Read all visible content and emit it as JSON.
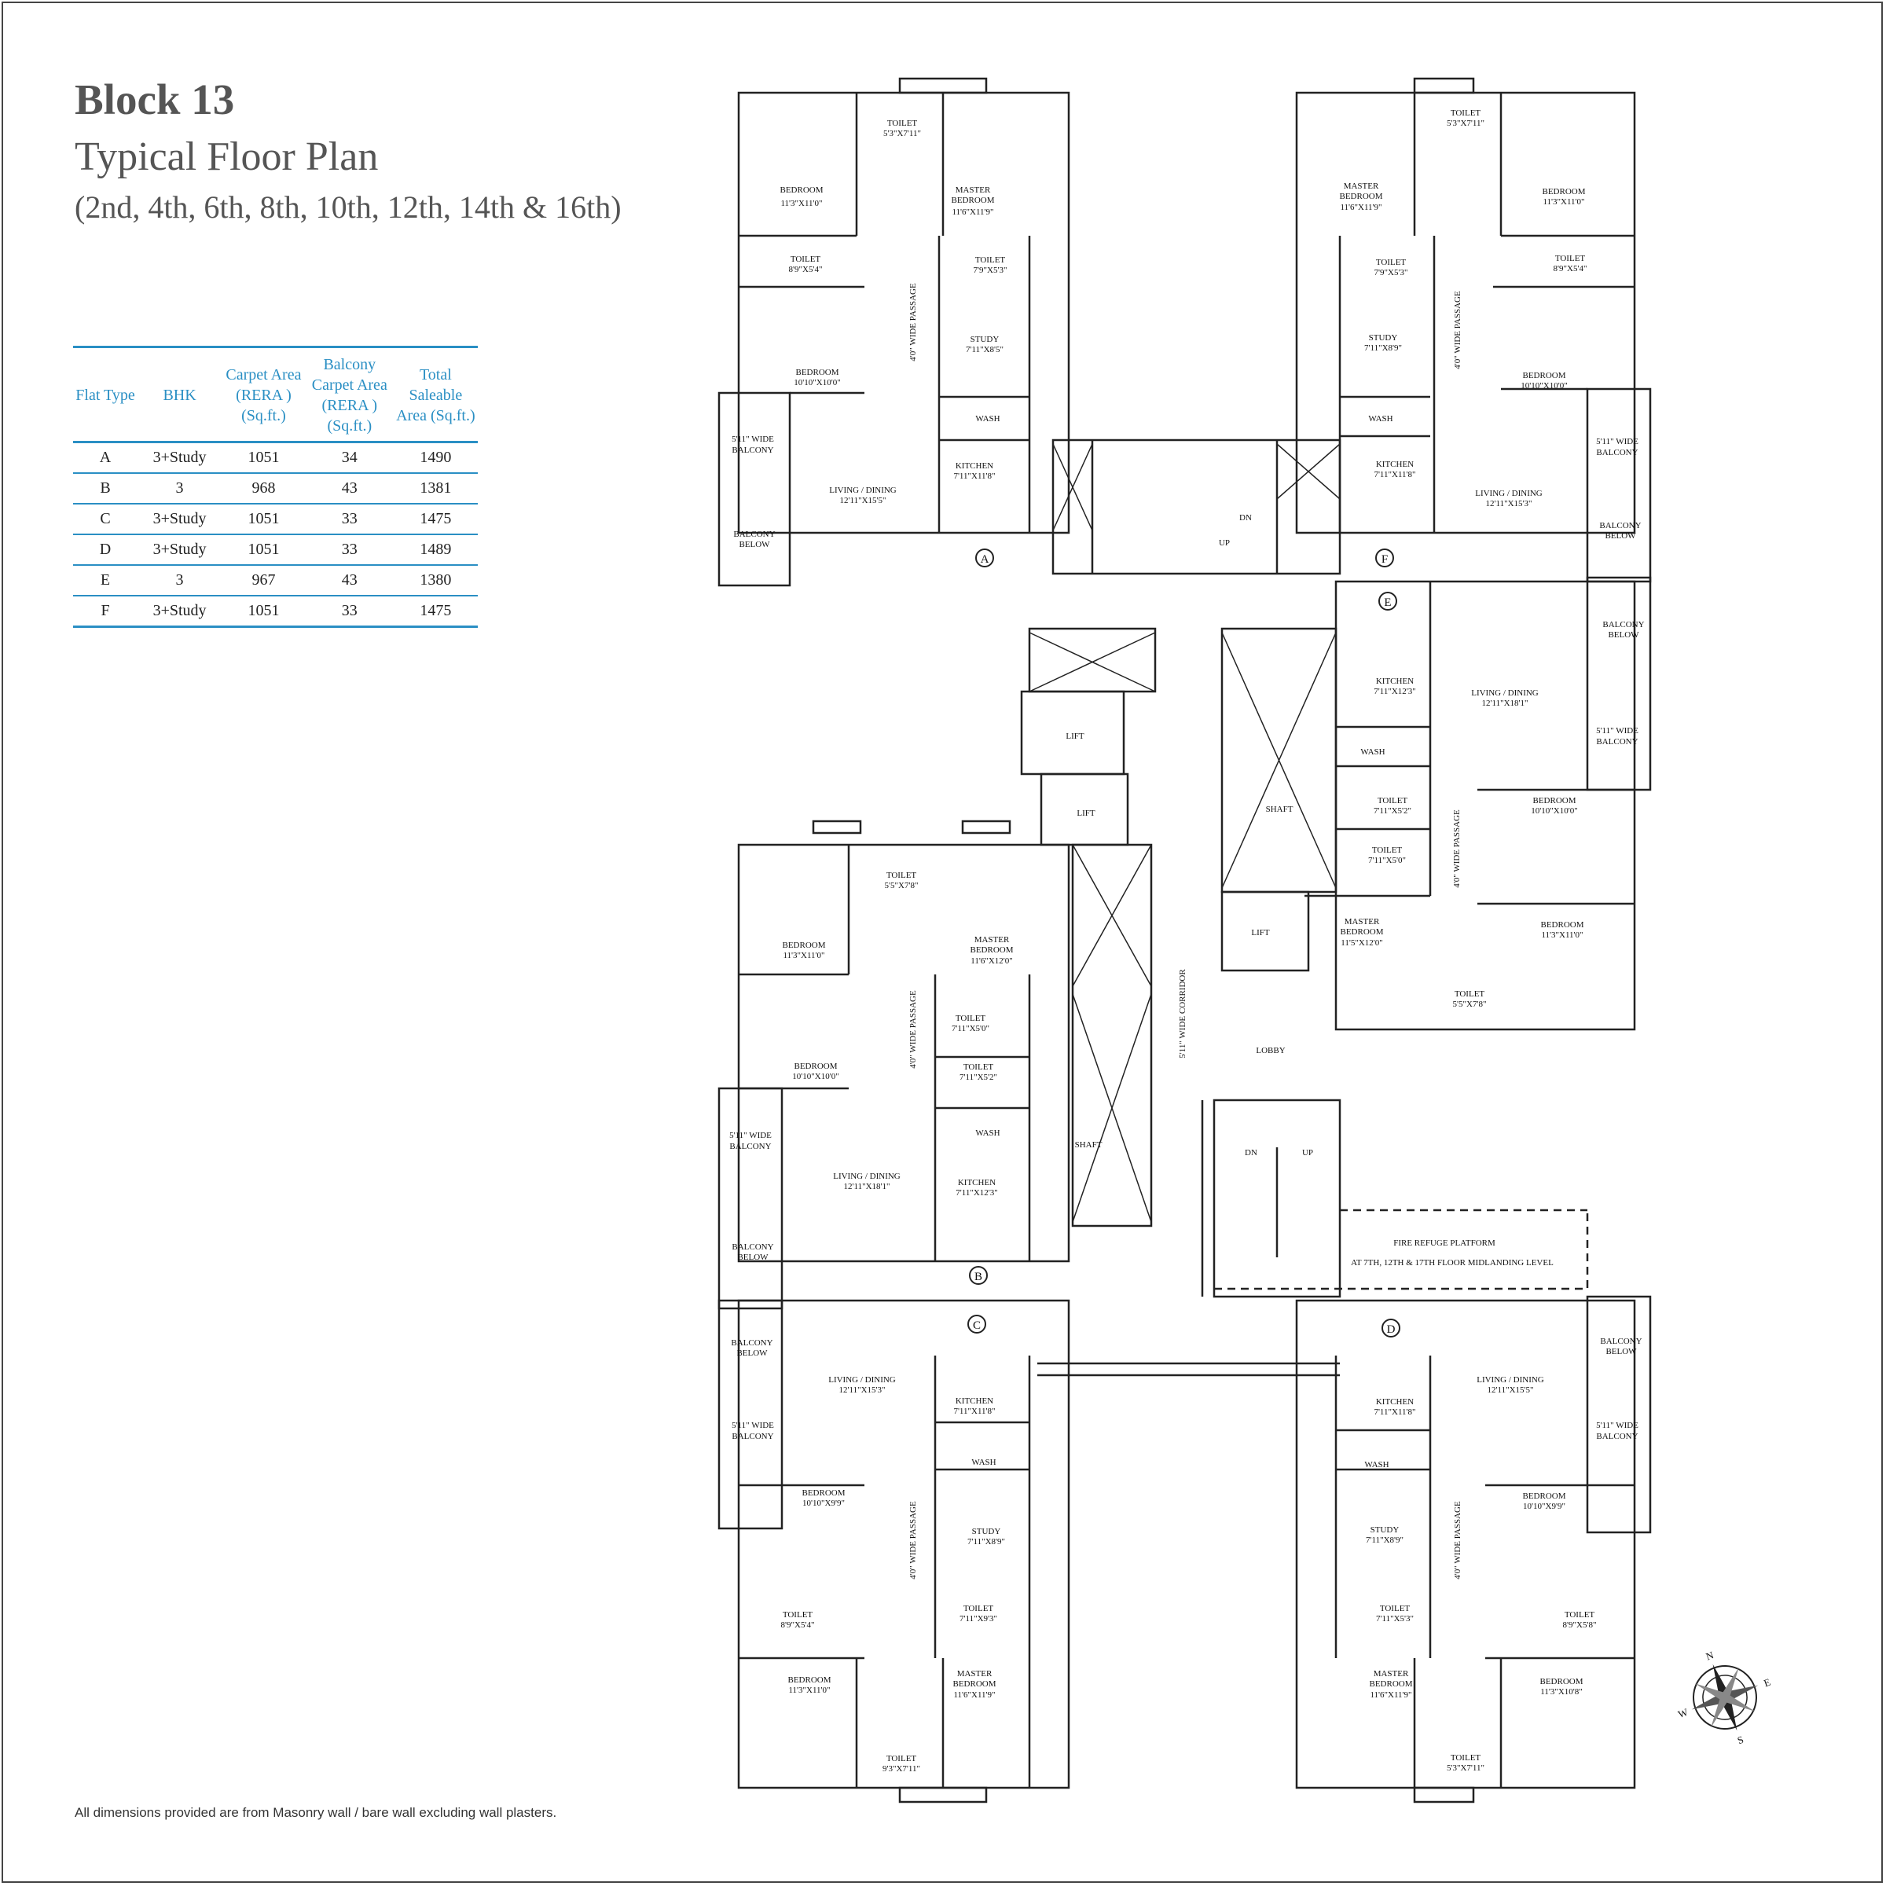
{
  "header": {
    "title": "Block 13",
    "subtitle": "Typical Floor Plan",
    "floors": "(2nd, 4th, 6th, 8th, 10th, 12th, 14th & 16th)"
  },
  "area_table": {
    "columns": [
      "Flat Type",
      "BHK",
      "Carpet Area (RERA ) (Sq.ft.)",
      "Balcony Carpet Area (RERA ) (Sq.ft.)",
      "Total Saleable Area (Sq.ft.)"
    ],
    "rows": [
      [
        "A",
        "3+Study",
        "1051",
        "34",
        "1490"
      ],
      [
        "B",
        "3",
        "968",
        "43",
        "1381"
      ],
      [
        "C",
        "3+Study",
        "1051",
        "33",
        "1475"
      ],
      [
        "D",
        "3+Study",
        "1051",
        "33",
        "1489"
      ],
      [
        "E",
        "3",
        "967",
        "43",
        "1380"
      ],
      [
        "F",
        "3+Study",
        "1051",
        "33",
        "1475"
      ]
    ]
  },
  "plan": {
    "flat_markers": [
      "A",
      "B",
      "C",
      "D",
      "E",
      "F"
    ],
    "labels": {
      "a_bed1": "BEDROOM",
      "a_bed1_d": "11'3\"X11'0\"",
      "a_toilet1": "TOILET",
      "a_toilet1_d": "5'3\"X7'11\"",
      "a_master": "MASTER",
      "a_master2": "BEDROOM",
      "a_master_d": "11'6\"X11'9\"",
      "a_toilet2": "TOILET",
      "a_toilet2_d": "8'9\"X5'4\"",
      "a_toilet3": "TOILET",
      "a_toilet3_d": "7'9\"X5'3\"",
      "a_bed2": "BEDROOM",
      "a_bed2_d": "10'10\"X10'0\"",
      "a_study": "STUDY",
      "a_study_d": "7'11\"X8'5\"",
      "a_passage": "4'0\" WIDE PASSAGE",
      "a_wash": "WASH",
      "a_balcony": "5'11\" WIDE",
      "a_balcony2": "BALCONY",
      "a_below": "BALCONY",
      "a_below2": "BELOW",
      "a_kitchen": "KITCHEN",
      "a_kitchen_d": "7'11\"X11'8\"",
      "a_living": "LIVING / DINING",
      "a_living_d": "12'11\"X15'5\"",
      "f_master": "MASTER",
      "f_master2": "BEDROOM",
      "f_master_d": "11'6\"X11'9\"",
      "f_toilet1": "TOILET",
      "f_toilet1_d": "5'3\"X7'11\"",
      "f_bed1": "BEDROOM",
      "f_bed1_d": "11'3\"X11'0\"",
      "f_toilet2": "TOILET",
      "f_toilet2_d": "7'9\"X5'3\"",
      "f_toilet3": "TOILET",
      "f_toilet3_d": "8'9\"X5'4\"",
      "f_study": "STUDY",
      "f_study_d": "7'11\"X8'9\"",
      "f_bed2": "BEDROOM",
      "f_bed2_d": "10'10\"X10'0\"",
      "f_wash": "WASH",
      "f_kitchen": "KITCHEN",
      "f_kitchen_d": "7'11\"X11'8\"",
      "f_balcony": "5'11\" WIDE",
      "f_balcony2": "BALCONY",
      "f_living": "LIVING / DINING",
      "f_living_d": "12'11\"X15'3\"",
      "f_below": "BALCONY",
      "f_below2": "BELOW",
      "f_passage": "4'0\" WIDE PASSAGE",
      "dn": "DN",
      "up": "UP",
      "lift1": "LIFT",
      "lift2": "LIFT",
      "lift3": "LIFT",
      "shaft1": "SHAFT",
      "shaft2": "SHAFT",
      "lobby": "LOBBY",
      "corridor": "5'11\" WIDE CORRIDOR",
      "dn2": "DN",
      "up2": "UP",
      "refuge": "FIRE REFUGE PLATFORM",
      "refuge2": "AT 7TH, 12TH & 17TH FLOOR MIDLANDING LEVEL",
      "e_below": "BALCONY",
      "e_below2": "BELOW",
      "e_kitchen": "KITCHEN",
      "e_kitchen_d": "7'11\"X12'3\"",
      "e_living": "LIVING / DINING",
      "e_living_d": "12'11\"X18'1\"",
      "e_balcony": "5'11\" WIDE",
      "e_balcony2": "BALCONY",
      "e_wash": "WASH",
      "e_toilet1": "TOILET",
      "e_toilet1_d": "7'11\"X5'2\"",
      "e_toilet2": "TOILET",
      "e_toilet2_d": "7'11\"X5'0\"",
      "e_bed1": "BEDROOM",
      "e_bed1_d": "10'10\"X10'0\"",
      "e_passage": "4'0\" WIDE PASSAGE",
      "e_master": "MASTER",
      "e_master2": "BEDROOM",
      "e_master_d": "11'5\"X12'0\"",
      "e_bed2": "BEDROOM",
      "e_bed2_d": "11'3\"X11'0\"",
      "e_toilet3": "TOILET",
      "e_toilet3_d": "5'5\"X7'8\"",
      "b_bed1": "BEDROOM",
      "b_bed1_d": "11'3\"X11'0\"",
      "b_toilet1": "TOILET",
      "b_toilet1_d": "5'5\"X7'8\"",
      "b_master": "MASTER",
      "b_master2": "BEDROOM",
      "b_master_d": "11'6\"X12'0\"",
      "b_toilet2": "TOILET",
      "b_toilet2_d": "7'11\"X5'0\"",
      "b_bed2": "BEDROOM",
      "b_bed2_d": "10'10\"X10'0\"",
      "b_toilet3": "TOILET",
      "b_toilet3_d": "7'11\"X5'2\"",
      "b_passage": "4'0\" WIDE PASSAGE",
      "b_wash": "WASH",
      "b_balcony": "5'11\" WIDE",
      "b_balcony2": "BALCONY",
      "b_living": "LIVING / DINING",
      "b_living_d": "12'11\"X18'1\"",
      "b_kitchen": "KITCHEN",
      "b_kitchen_d": "7'11\"X12'3\"",
      "b_below": "BALCONY",
      "b_below2": "BELOW",
      "c_below": "BALCONY",
      "c_below2": "BELOW",
      "c_living": "LIVING / DINING",
      "c_living_d": "12'11\"X15'3\"",
      "c_kitchen": "KITCHEN",
      "c_kitchen_d": "7'11\"X11'8\"",
      "c_balcony": "5'11\" WIDE",
      "c_balcony2": "BALCONY",
      "c_wash": "WASH",
      "c_bed1": "BEDROOM",
      "c_bed1_d": "10'10\"X9'9\"",
      "c_study": "STUDY",
      "c_study_d": "7'11\"X8'9\"",
      "c_passage": "4'0\" WIDE PASSAGE",
      "c_toilet1": "TOILET",
      "c_toilet1_d": "8'9\"X5'4\"",
      "c_toilet2": "TOILET",
      "c_toilet2_d": "7'11\"X9'3\"",
      "c_bed2": "BEDROOM",
      "c_bed2_d": "11'3\"X11'0\"",
      "c_master": "MASTER",
      "c_master2": "BEDROOM",
      "c_master_d": "11'6\"X11'9\"",
      "c_toilet3": "TOILET",
      "c_toilet3_d": "9'3\"X7'11\"",
      "d_below": "BALCONY",
      "d_below2": "BELOW",
      "d_living": "LIVING / DINING",
      "d_living_d": "12'11\"X15'5\"",
      "d_kitchen": "KITCHEN",
      "d_kitchen_d": "7'11\"X11'8\"",
      "d_balcony": "5'11\" WIDE",
      "d_balcony2": "BALCONY",
      "d_wash": "WASH",
      "d_study": "STUDY",
      "d_study_d": "7'11\"X8'9\"",
      "d_bed1": "BEDROOM",
      "d_bed1_d": "10'10\"X9'9\"",
      "d_passage": "4'0\" WIDE PASSAGE",
      "d_toilet1": "TOILET",
      "d_toilet1_d": "7'11\"X5'3\"",
      "d_toilet2": "TOILET",
      "d_toilet2_d": "8'9\"X5'8\"",
      "d_master": "MASTER",
      "d_master2": "BEDROOM",
      "d_master_d": "11'6\"X11'9\"",
      "d_bed2": "BEDROOM",
      "d_bed2_d": "11'3\"X10'8\"",
      "d_toilet3": "TOILET",
      "d_toilet3_d": "5'3\"X7'11\""
    }
  },
  "compass": {
    "icon": "compass-rose-icon",
    "letters": [
      "N",
      "E",
      "S",
      "W"
    ]
  },
  "footnote": "All dimensions provided are from Masonry wall / bare wall excluding wall plasters."
}
